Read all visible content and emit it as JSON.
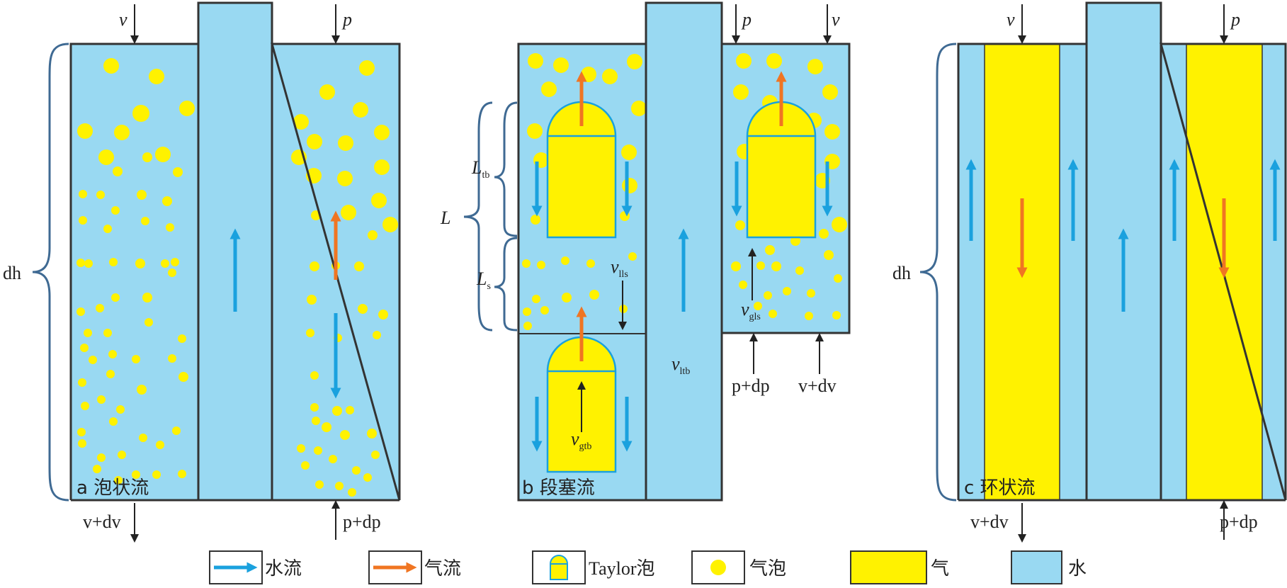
{
  "colors": {
    "water": "#99d9f2",
    "gas": "#fff200",
    "water_arrow": "#1aa1de",
    "gas_arrow": "#f07522",
    "outline": "#333333",
    "brace": "#3f6a93",
    "inner_outline": "#1aa1de"
  },
  "panel_a": {
    "label": "a 泡状流",
    "top_left": "v",
    "top_right": "p",
    "bottom_left": "v+dv",
    "bottom_right": "p+dp",
    "brace_label": "dh"
  },
  "panel_b": {
    "label": "b 段塞流",
    "top_left": "p",
    "top_right": "v",
    "bottom_left": "p+dp",
    "bottom_right": "v+dv",
    "brace_total": "L",
    "brace_upper_main": "L",
    "brace_upper_sub": "tb",
    "brace_lower_main": "L",
    "brace_lower_sub": "s",
    "v_lls_main": "v",
    "v_lls_sub": "lls",
    "v_ltb_main": "v",
    "v_ltb_sub": "ltb",
    "v_gtb_main": "v",
    "v_gtb_sub": "gtb",
    "v_gls_main": "v",
    "v_gls_sub": "gls"
  },
  "panel_c": {
    "label": "c 环状流",
    "top_left": "v",
    "top_right": "p",
    "bottom_left": "v+dv",
    "bottom_right": "p+dp",
    "brace_label": "dh"
  },
  "legend": [
    {
      "icon": "water-flow-arrow-icon",
      "label": "水流"
    },
    {
      "icon": "gas-flow-arrow-icon",
      "label": "气流"
    },
    {
      "icon": "taylor-bubble-icon",
      "label": "Taylor泡"
    },
    {
      "icon": "gas-bubble-icon",
      "label": "气泡"
    },
    {
      "icon": "gas-block-icon",
      "label": "气"
    },
    {
      "icon": "water-block-icon",
      "label": "水"
    }
  ]
}
